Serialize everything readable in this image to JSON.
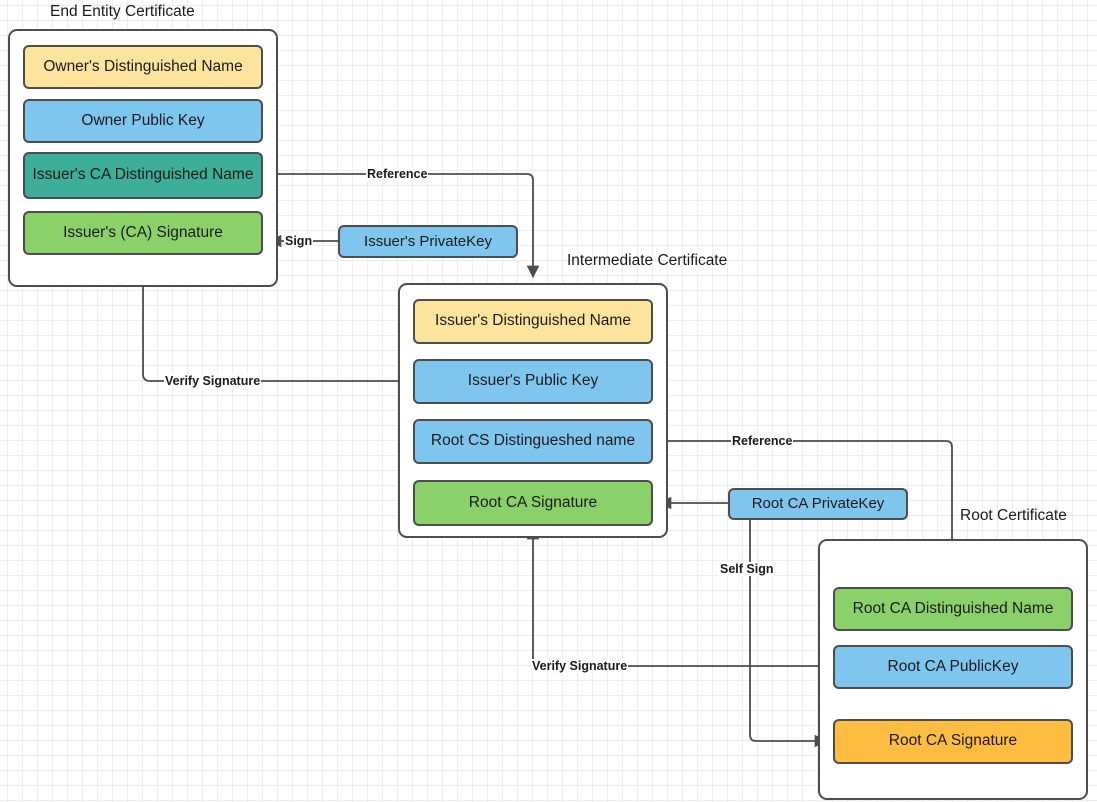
{
  "diagram": {
    "title_end_entity": "End Entity Certificate",
    "title_intermediate": "Intermediate Certificate",
    "title_root": "Root Certificate"
  },
  "end_entity_certificate": {
    "fields": [
      {
        "label": "Owner's Distinguished Name",
        "color": "#fde49c"
      },
      {
        "label": "Owner Public  Key",
        "color": "#7fc6ee"
      },
      {
        "label": "Issuer's CA Distinguished Name",
        "color": "#3dae98"
      },
      {
        "label": "Issuer's (CA) Signature",
        "color": "#8bd16a"
      }
    ]
  },
  "intermediate_certificate": {
    "fields": [
      {
        "label": "Issuer's Distinguished Name",
        "color": "#fde49c"
      },
      {
        "label": "Issuer's Public  Key",
        "color": "#7fc6ee"
      },
      {
        "label": "Root CS Distingueshed name",
        "color": "#7fc6ee"
      },
      {
        "label": "Root CA Signature",
        "color": "#8bd16a"
      }
    ]
  },
  "root_certificate": {
    "fields": [
      {
        "label": "Root CA Distinguished Name",
        "color": "#8bd16a"
      },
      {
        "label": "Root CA PublicKey",
        "color": "#7fc6ee"
      },
      {
        "label": "Root CA Signature",
        "color": "#febc40"
      }
    ]
  },
  "keys": {
    "issuer_private_key": {
      "label": "Issuer's PrivateKey",
      "color": "#7fc6ee"
    },
    "root_ca_private_key": {
      "label": "Root CA PrivateKey",
      "color": "#7fc6ee"
    }
  },
  "edges": {
    "reference_top": "Reference",
    "sign": "Sign",
    "verify_signature_top": "Verify Signature",
    "reference_bottom": "Reference",
    "self_sign": "Self Sign",
    "verify_signature_bottom": "Verify Signature"
  },
  "colors": {
    "stroke": "#4d4d4d",
    "text": "#1a1a1a",
    "canvas": "#ffffff",
    "grid_minor": "#ededed",
    "grid_major": "#d9d9d9"
  }
}
